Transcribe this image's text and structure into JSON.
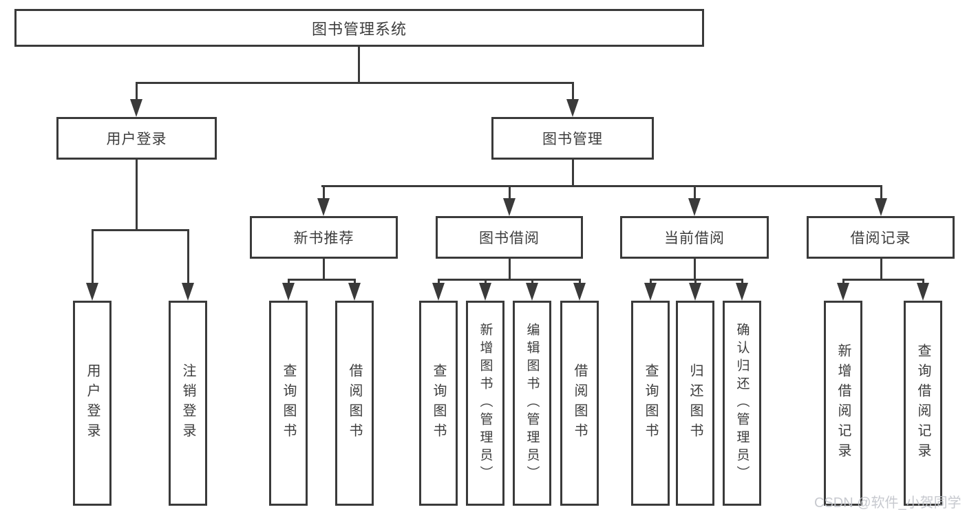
{
  "diagram": {
    "root": {
      "label": "图书管理系统"
    },
    "level2": [
      {
        "label": "用户登录"
      },
      {
        "label": "图书管理"
      }
    ],
    "level3": [
      {
        "label": "新书推荐"
      },
      {
        "label": "图书借阅"
      },
      {
        "label": "当前借阅"
      },
      {
        "label": "借阅记录"
      }
    ],
    "leaves": {
      "user_login": [
        "用户登录",
        "注销登录"
      ],
      "new_book": [
        "查询图书",
        "借阅图书"
      ],
      "borrow": [
        "查询图书",
        "新增图书（管理员）",
        "编辑图书（管理员）",
        "借阅图书"
      ],
      "current": [
        "查询图书",
        "归还图书",
        "确认归还（管理员）"
      ],
      "records": [
        "新增借阅记录",
        "查询借阅记录"
      ]
    }
  },
  "watermark": "CSDN @软件_小贺同学",
  "colors": {
    "line": "#3a3a3a",
    "text": "#3d3d3d",
    "watermark": "#c1c4ca",
    "background": "#ffffff"
  }
}
